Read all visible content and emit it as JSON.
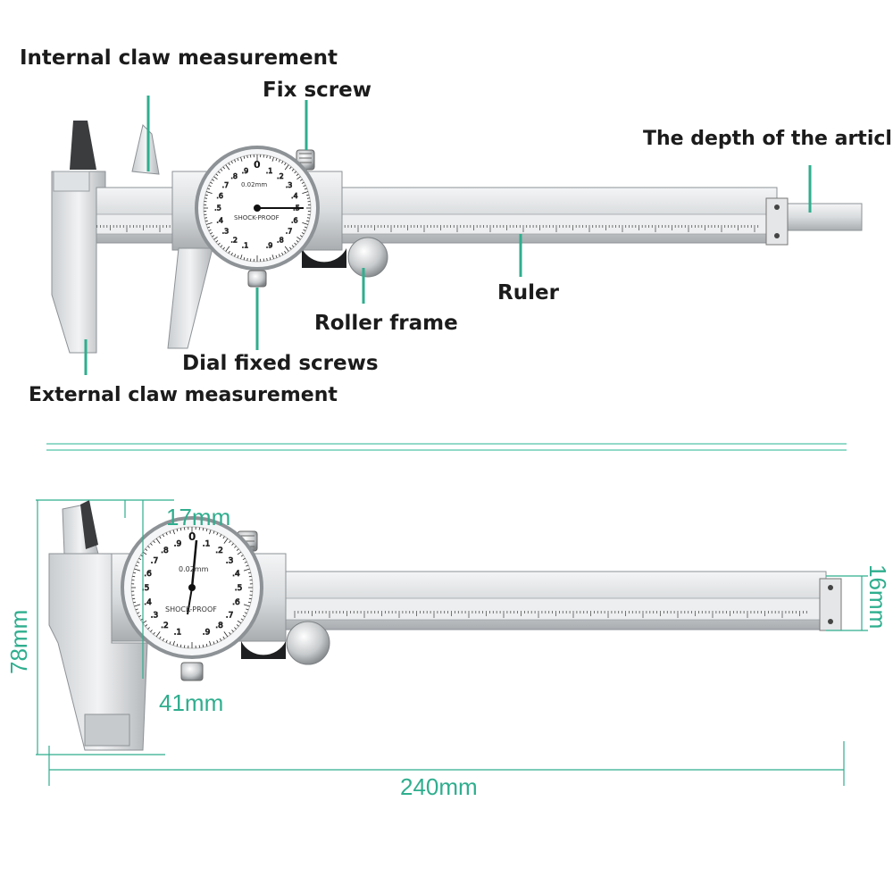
{
  "labels": {
    "internal_claw": "Internal claw measurement",
    "fix_screw": "Fix screw",
    "depth": "The depth of the article",
    "ruler": "Ruler",
    "roller_frame": "Roller frame",
    "dial_fixed_screws": "Dial fixed screws",
    "external_claw": "External claw measurement"
  },
  "dimensions": {
    "dial_top": "17mm",
    "dial_bottom": "41mm",
    "height": "78mm",
    "beam_height": "16mm",
    "length": "240mm"
  },
  "dial": {
    "brand_text": "0.02mm",
    "shockproof_text": "SHOCK-PROOF",
    "numbers_right": [
      ".1",
      ".2",
      ".3",
      ".4",
      ".5",
      ".6",
      ".7",
      ".8",
      ".9"
    ],
    "numbers_left": [
      ".9",
      ".8",
      ".7",
      ".6",
      ".5",
      ".4",
      ".3",
      ".2",
      ".1"
    ],
    "zero": "0"
  },
  "colors": {
    "accent": "#2fae8e",
    "steel_light": "#e9ebec",
    "steel_dark": "#8d9296"
  }
}
